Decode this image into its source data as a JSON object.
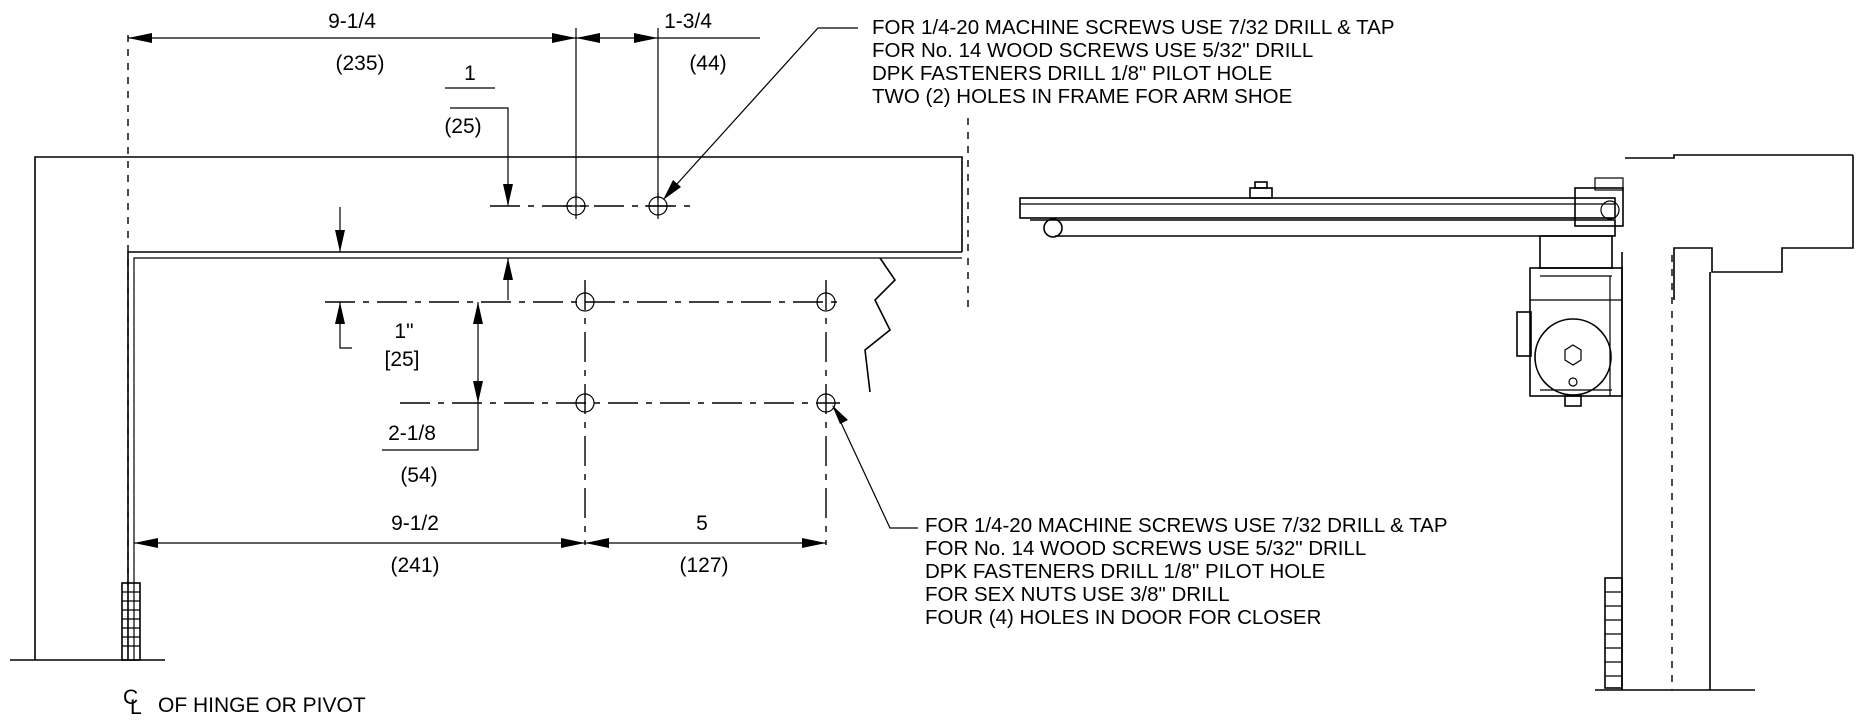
{
  "dimensions": {
    "top_span": {
      "imperial": "9-1/4",
      "metric": "(235)"
    },
    "top_hole_spacing": {
      "imperial": "1-3/4",
      "metric": "(44)"
    },
    "frame_hole_drop": {
      "imperial": "1",
      "metric": "(25)"
    },
    "door_hole_offset": {
      "imperial": "1\"",
      "metric": "[25]"
    },
    "door_hole_vertical": {
      "imperial": "2-1/8",
      "metric": "(54)"
    },
    "bottom_span": {
      "imperial": "9-1/2",
      "metric": "(241)"
    },
    "bottom_hole_spacing": {
      "imperial": "5",
      "metric": "(127)"
    }
  },
  "notes": {
    "frame_holes": [
      "FOR 1/4-20 MACHINE SCREWS USE 7/32 DRILL & TAP",
      "FOR No. 14 WOOD SCREWS USE 5/32\" DRILL",
      "DPK FASTENERS DRILL 1/8\"  PILOT HOLE",
      "TWO (2) HOLES IN FRAME FOR ARM SHOE"
    ],
    "door_holes": [
      "FOR 1/4-20 MACHINE SCREWS USE 7/32 DRILL & TAP",
      "FOR No. 14 WOOD SCREWS USE 5/32\" DRILL",
      "DPK FASTENERS DRILL 1/8\"  PILOT HOLE",
      "FOR SEX NUTS USE 3/8\" DRILL",
      "FOUR (4) HOLES IN DOOR FOR CLOSER"
    ]
  },
  "centerline_label": {
    "symbol_c": "C",
    "symbol_l": "L",
    "text": "OF HINGE OR PIVOT"
  }
}
